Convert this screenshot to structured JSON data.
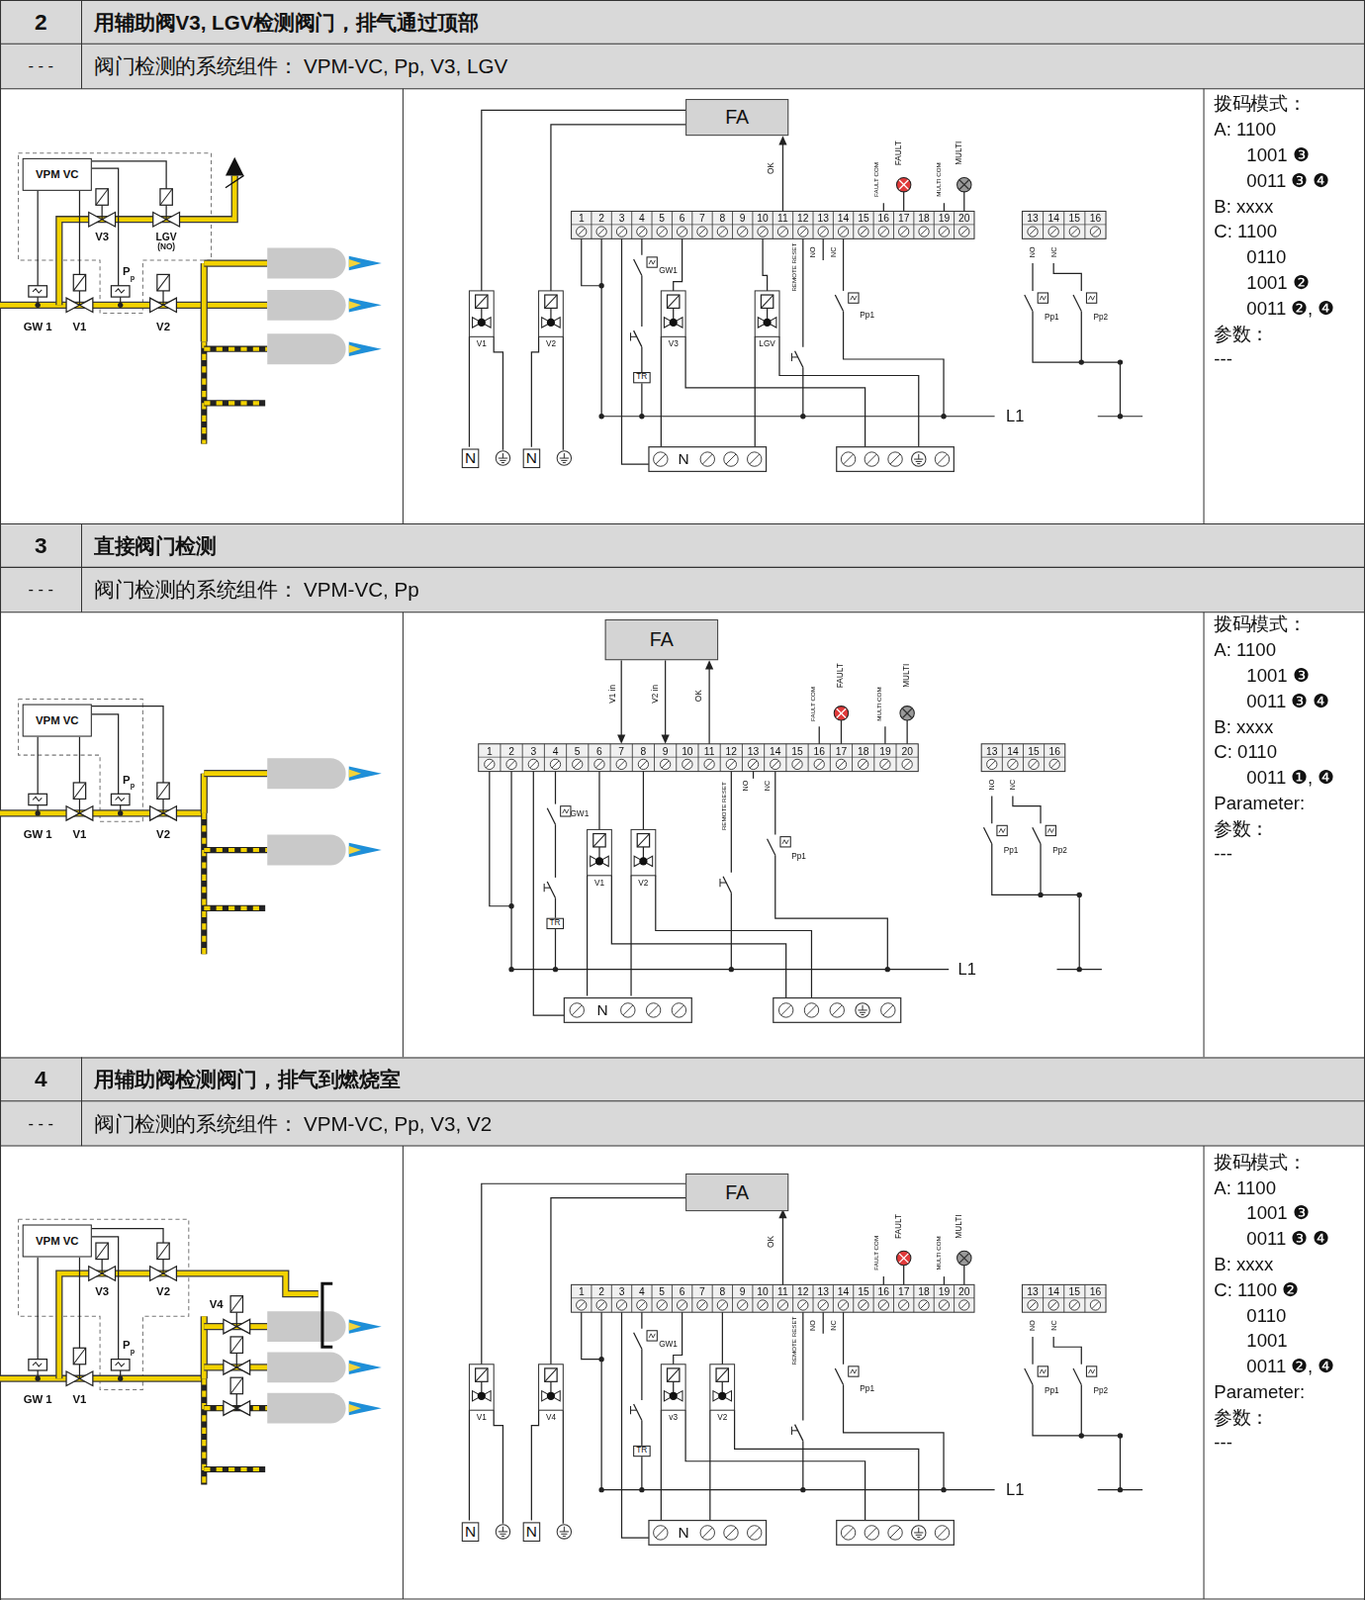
{
  "diagram": {
    "nodes": [
      {
        "text": [
          "VPM VC"
        ]
      },
      {
        "text": [
          "FA"
        ]
      },
      {
        "text": [
          "VPM VC"
        ]
      },
      {
        "text": [
          "FA"
        ]
      },
      {
        "text": [
          "VPM VC"
        ]
      },
      {
        "text": [
          "FA"
        ]
      }
    ],
    "labels": [
      "2",
      "用辅助阀V3, LGV检测阀门，排气通过顶部",
      "- - -",
      "阀门检测的系统组件： VPM-VC, Pp, V3, LGV",
      "V3",
      "LGV",
      "(NO)",
      "P",
      "p",
      "GW 1",
      "V1",
      "V2",
      "1",
      "2",
      "3",
      "4",
      "5",
      "6",
      "7",
      "8",
      "9",
      "10",
      "11",
      "12",
      "13",
      "14",
      "15",
      "16",
      "17",
      "18",
      "19",
      "20",
      "OK",
      "FAULT COM",
      "FAULT",
      "MULTI COM",
      "MULTI",
      "REMOTE RESET",
      "NO",
      "NC",
      "GW1",
      "V1",
      "V2",
      "V3",
      "LGV",
      "TR",
      "Pp1",
      "N",
      "N",
      "N",
      "L1",
      "13",
      "14",
      "15",
      "16",
      "NO",
      "NC",
      "Pp1",
      "Pp2",
      "拨码模式：",
      "A: 1100",
      "1001 ❸",
      "0011 ❸ ❹",
      "B: xxxx",
      "C: 1100",
      "0110",
      "1001 ❷",
      "0011 ❷, ❹",
      "参数：",
      "---",
      "3",
      "直接阀门检测",
      "- - -",
      "阀门检测的系统组件： VPM-VC, Pp",
      "P",
      "p",
      "GW 1",
      "V1",
      "V2",
      "1",
      "2",
      "3",
      "4",
      "5",
      "6",
      "7",
      "8",
      "9",
      "10",
      "11",
      "12",
      "13",
      "14",
      "15",
      "16",
      "17",
      "18",
      "19",
      "20",
      "V1 in",
      "V2 in",
      "OK",
      "FAULT COM",
      "FAULT",
      "MULTI COM",
      "MULTI",
      "REMOTE RESET",
      "NO",
      "NC",
      "GW1",
      "V1",
      "V2",
      "TR",
      "Pp1",
      "N",
      "L1",
      "13",
      "14",
      "15",
      "16",
      "NO",
      "NC",
      "Pp1",
      "Pp2",
      "拨码模式：",
      "A: 1100",
      "1001 ❸",
      "0011 ❸ ❹",
      "B: xxxx",
      "C: 0110",
      "0011 ❶, ❹",
      "Parameter:",
      "参数：",
      "---",
      "4",
      "用辅助阀检测阀门，排气到燃烧室",
      "- - -",
      "阀门检测的系统组件： VPM-VC, Pp, V3, V2",
      "V3",
      "V2",
      "V4",
      "P",
      "p",
      "GW 1",
      "V1",
      "1",
      "2",
      "3",
      "4",
      "5",
      "6",
      "7",
      "8",
      "9",
      "10",
      "11",
      "12",
      "13",
      "14",
      "15",
      "16",
      "17",
      "18",
      "19",
      "20",
      "OK",
      "FAULT COM",
      "FAULT",
      "MULTI COM",
      "MULTI",
      "REMOTE RESET",
      "NO",
      "NC",
      "GW1",
      "V1",
      "V4",
      "v3",
      "V2",
      "TR",
      "Pp1",
      "N",
      "N",
      "N",
      "L1",
      "13",
      "14",
      "15",
      "16",
      "NO",
      "NC",
      "Pp1",
      "Pp2",
      "拨码模式：",
      "A: 1100",
      "1001 ❸",
      "0011 ❸ ❹",
      "B: xxxx",
      "C: 1100 ❷",
      "0110",
      "1001",
      "0011 ❷, ❹",
      "Parameter:",
      "参数：",
      "---"
    ]
  }
}
